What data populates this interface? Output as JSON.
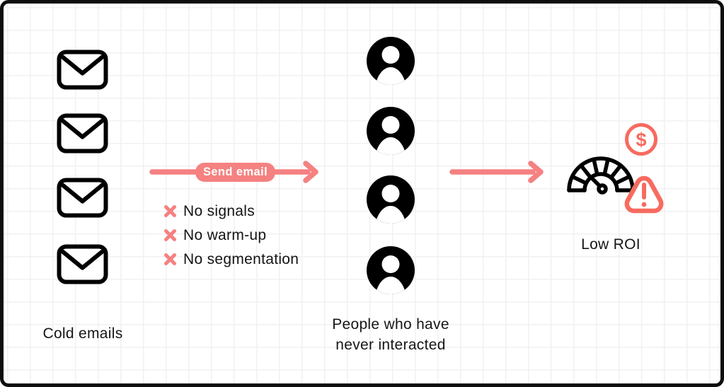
{
  "diagram": {
    "left_column": {
      "label": "Cold emails",
      "envelope_count": 4
    },
    "flow": {
      "badge": "Send email",
      "issues": [
        "No signals",
        "No warm-up",
        "No segmentation"
      ]
    },
    "middle_column": {
      "label_line1": "People who have",
      "label_line2": "never interacted",
      "person_count": 4
    },
    "result": {
      "label": "Low ROI",
      "dollar_symbol": "$",
      "warning_symbol": "!"
    },
    "colors": {
      "accent_pink": "#F58181",
      "accent_red": "#F76B60",
      "ink": "#0d0d0d",
      "grid": "#f1f1f4",
      "background": "#ffffff"
    }
  }
}
